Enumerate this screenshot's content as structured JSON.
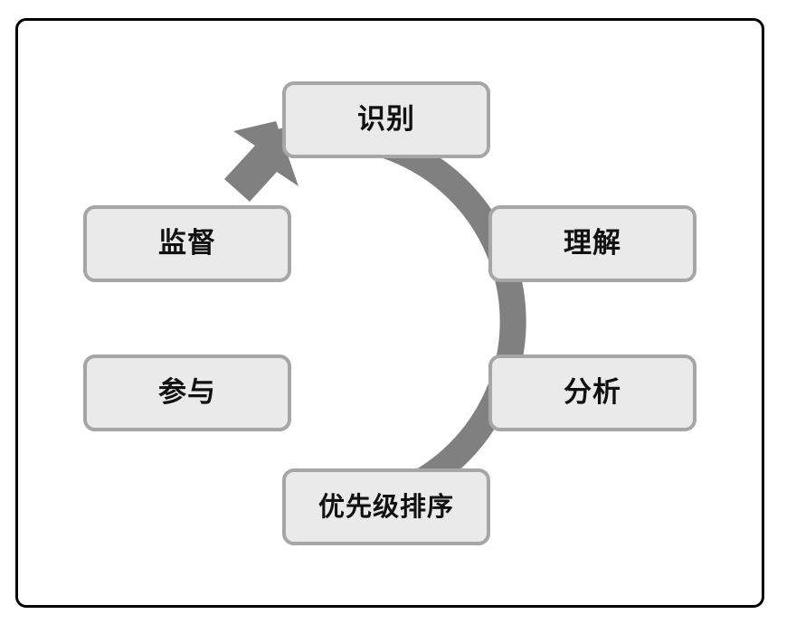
{
  "diagram": {
    "type": "cycle",
    "title": "",
    "direction": "clockwise",
    "ring_color": "#808080",
    "node_fill": "#EAEAEA",
    "node_border": "#A6A6A6",
    "frame_border": "#000000",
    "label_color": "#111111",
    "arrow": {
      "name": "clockwise-cycle-arrowhead",
      "position": "top-left",
      "points_to": "识别"
    },
    "nodes": [
      {
        "id": "identify",
        "label": "识别",
        "order": 1,
        "position": "top"
      },
      {
        "id": "understand",
        "label": "理解",
        "order": 2,
        "position": "upper-right"
      },
      {
        "id": "analyze",
        "label": "分析",
        "order": 3,
        "position": "lower-right"
      },
      {
        "id": "prioritize",
        "label": "优先级排序",
        "order": 4,
        "position": "bottom"
      },
      {
        "id": "engage",
        "label": "参与",
        "order": 5,
        "position": "lower-left"
      },
      {
        "id": "monitor",
        "label": "监督",
        "order": 6,
        "position": "upper-left"
      }
    ]
  }
}
